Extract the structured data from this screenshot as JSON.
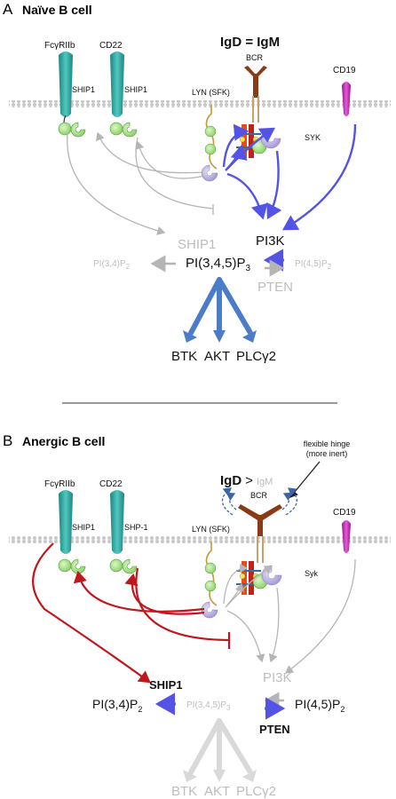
{
  "panel_a": {
    "letter": "A",
    "title": "Naïve B cell",
    "fcgr": "FcγRIIb",
    "cd22": "CD22",
    "ship1_a": "SHIP1",
    "ship1_b": "SHIP1",
    "igd_igm": "IgD = IgM",
    "bcr": "BCR",
    "cd19": "CD19",
    "lyn": "LYN (SFK)",
    "syk": "SYK",
    "pi3k": "PI3K",
    "ship1_gray": "SHIP1",
    "pi34p2": "PI(3,4)P",
    "pi345p3": "PI(3,4,5)P",
    "pi45p2": "PI(4,5)P",
    "pten": "PTEN",
    "sub2": "2",
    "sub3": "3",
    "btk": "BTK",
    "akt": "AKT",
    "plcg2": "PLCγ2"
  },
  "panel_b": {
    "letter": "B",
    "title": "Anergic B cell",
    "hinge_note_1": "flexible hinge",
    "hinge_note_2": "(more inert)",
    "fcgr": "FcγRIIb",
    "cd22": "CD22",
    "igd": "IgD",
    "gt": ">",
    "igm": "IgM",
    "bcr": "BCR",
    "cd19": "CD19",
    "ship1_a": "SHIP1",
    "shp1": "SHP-1",
    "lyn": "LYN (SFK)",
    "syk": "Syk",
    "pi3k": "PI3K",
    "ship1_bold": "SHIP1",
    "pi34p2": "PI(3,4)P",
    "pi345p3": "PI(3,4,5)P",
    "pi45p2": "PI(4,5)P",
    "pten": "PTEN",
    "sub2": "2",
    "sub3": "3",
    "btk": "BTK",
    "akt": "AKT",
    "plcg2": "PLCγ2"
  },
  "colors": {
    "blue_arrow": "#5353e6",
    "steel_blue": "#4a7cc9",
    "red_arrow": "#c0171d",
    "gray_arrow": "#b5b5b5",
    "teal_receptor": "#2aa39c",
    "magenta_cd19": "#c21bb2",
    "bcr_brown": "#8b3a16",
    "green_domain": "#a9e08f"
  }
}
